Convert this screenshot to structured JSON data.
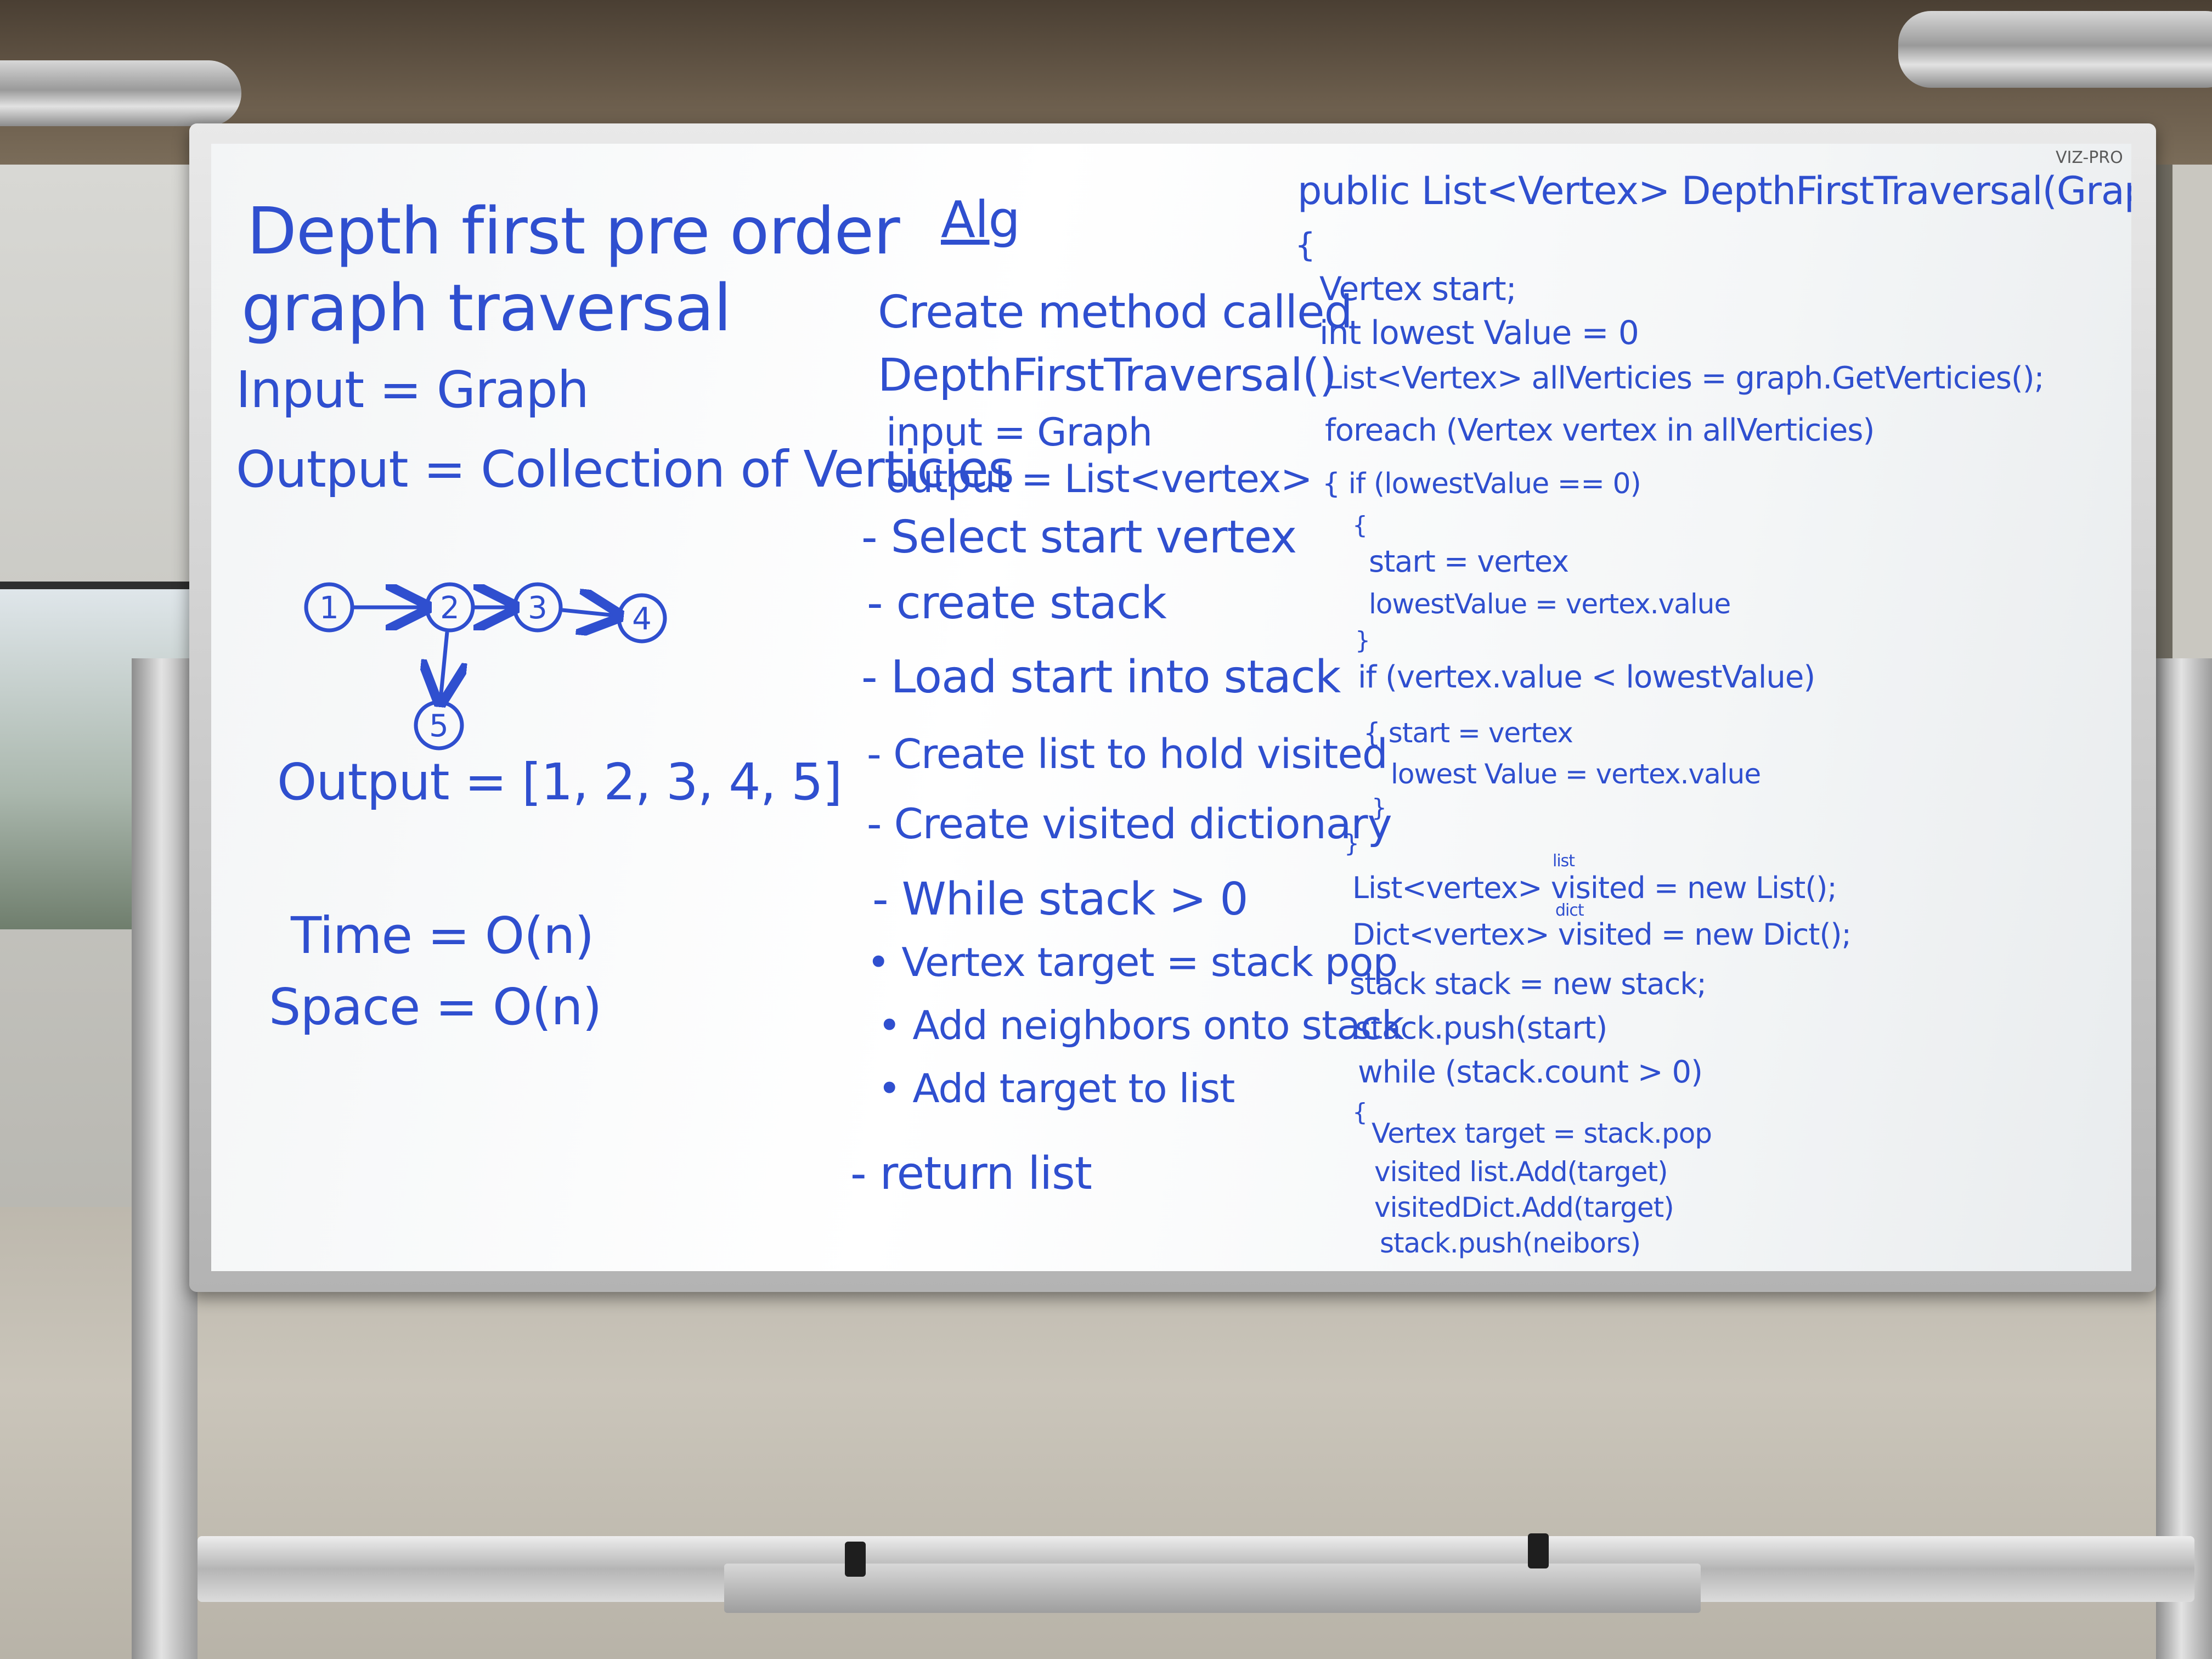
{
  "board": {
    "brand": "VIZ-PRO",
    "left": {
      "title_line1": "Depth first pre order",
      "title_line2": "graph traversal",
      "input": "Input = Graph",
      "output": "Output = Collection of Verticies",
      "graph_nodes": [
        "1",
        "2",
        "3",
        "4",
        "5"
      ],
      "output_list": "Output = [1, 2, 3, 4, 5]",
      "time": "Time = O(n)",
      "space": "Space = O(n)"
    },
    "middle": {
      "heading": "Alg",
      "steps": [
        "Create method called",
        "DepthFirstTraversal()",
        "input = Graph",
        "output = List<vertex>",
        "- Select start vertex",
        "- create stack",
        "- Load start into stack",
        "- Create list to hold visited",
        "- Create visited dictionary",
        "- While stack > 0",
        "• Vertex target = stack pop",
        "• Add neighbors onto stack",
        "• Add target to list",
        "- return list"
      ]
    },
    "right": {
      "signature": "public List<Vertex> DepthFirstTraversal(Graph graph)",
      "lines": [
        "{",
        "Vertex start;",
        "int lowest Value = 0",
        "List<Vertex> allVerticies = graph.GetVerticies();",
        "foreach (Vertex vertex in allVerticies)",
        "{   if (lowestValue == 0)",
        "{",
        "start = vertex",
        "lowestValue = vertex.value",
        "}",
        "if (vertex.value < lowestValue)",
        "{  start = vertex",
        "lowest Value = vertex.value",
        "}",
        "}",
        "List<vertex> visited = new List();",
        "Dict<vertex> visited = new Dict();",
        "stack stack = new stack;",
        "stack.push(start)",
        "while (stack.count > 0)",
        "{",
        "Vertex target = stack.pop",
        "visited list.Add(target)",
        "visitedDict.Add(target)",
        "stack.push(neibors)"
      ],
      "annotation_list": "list",
      "annotation_dict": "dict"
    }
  }
}
